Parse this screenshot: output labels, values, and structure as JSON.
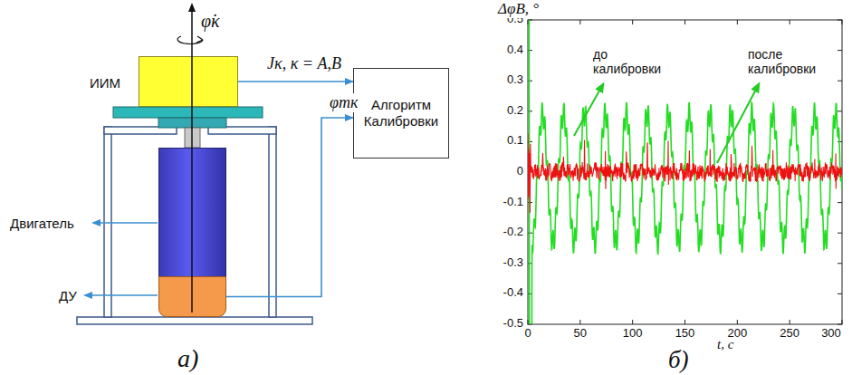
{
  "diagram": {
    "nodes": [
      {
        "text": [
          "ИИМ"
        ]
      },
      {
        "text": [
          "Двигатель"
        ]
      },
      {
        "text": [
          "ДУ"
        ]
      },
      {
        "text": [
          "Алгоритм Калибровки"
        ]
      }
    ],
    "edges": [
      {
        "from": 0,
        "to": 3,
        "arrow": "to",
        "label": "Jκ, κ = A,B"
      },
      {
        "from": 2,
        "to": 3,
        "arrow": "to",
        "label": "φтк"
      }
    ],
    "labels": [
      "φ̇κ",
      "0.5",
      "0.4",
      "0.3",
      "0.2",
      "0.1",
      "0",
      "-0.1",
      "-0.2",
      "-0.3",
      "-0.4",
      "-0.5",
      "0",
      "50",
      "100",
      "150",
      "200",
      "250",
      "300",
      "ΔφB, °",
      "t, c",
      "до калибровки",
      "после калибровки",
      "а)",
      "б)"
    ]
  }
}
